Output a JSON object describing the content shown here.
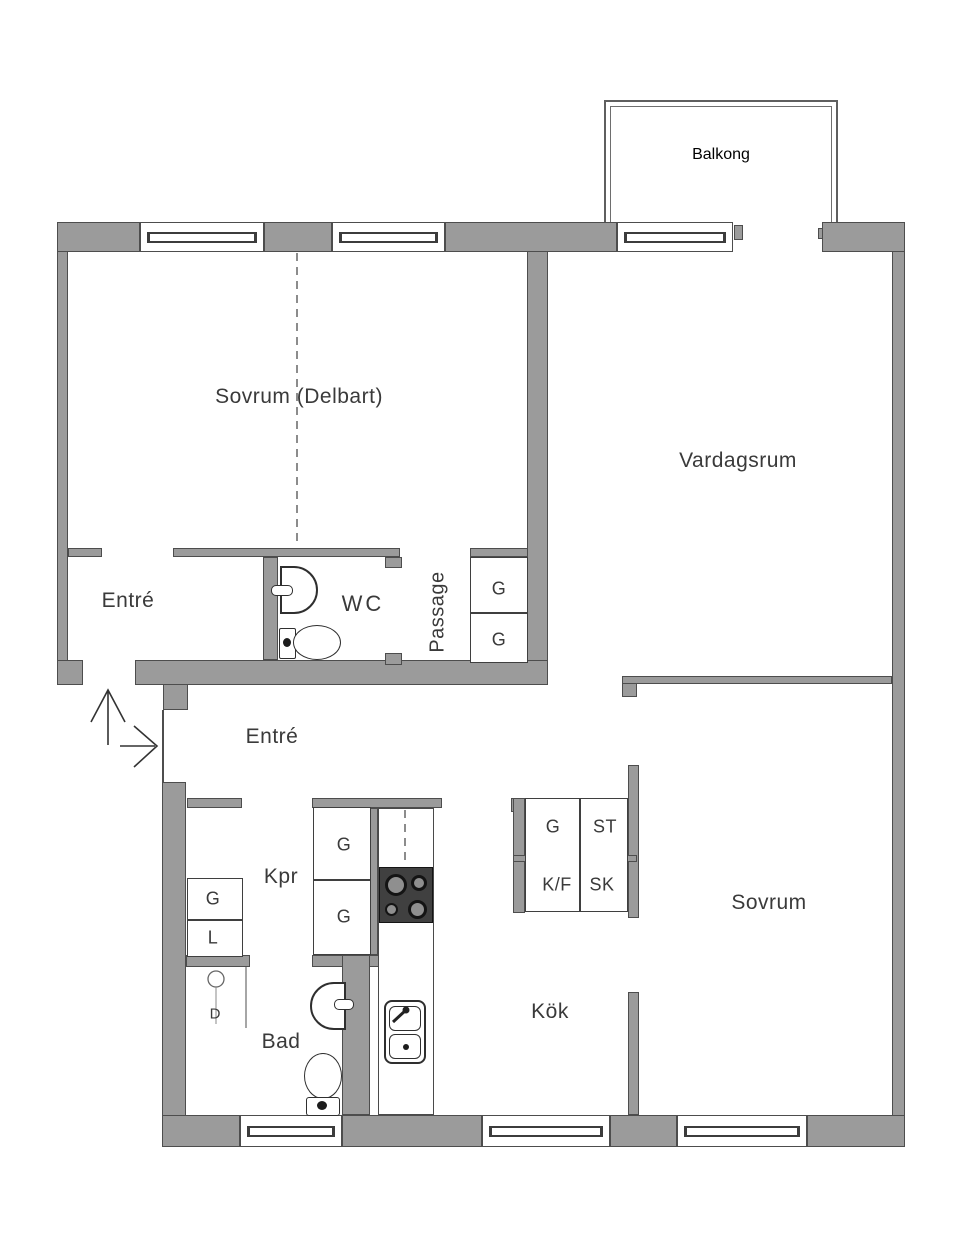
{
  "plan": {
    "type": "floor-plan",
    "balcony": {
      "label": "Balkong"
    },
    "rooms": {
      "sovrum_delbart": "Sovrum (Delbart)",
      "vardagsrum": "Vardagsrum",
      "entre_upper": "Entré",
      "wc": "WC",
      "passage": "Passage",
      "entre_lower": "Entré",
      "kpr": "Kpr",
      "bad": "Bad",
      "kok": "Kök",
      "sovrum": "Sovrum"
    },
    "closets": {
      "passage_top": "G",
      "passage_bottom": "G",
      "hall_top": "G",
      "hall_bottom": "L",
      "kitchen_top": "G",
      "kitchen_bottom": "G",
      "block_tl": "G",
      "block_tr": "ST",
      "block_bl": "K/F",
      "block_br": "SK"
    },
    "bath": {
      "shower_label": "D"
    },
    "colors": {
      "wall_fill": "#9b9b9b",
      "wall_outline": "#4d4d4d",
      "label_color": "#3a3a3a",
      "stove_fill": "#404040"
    }
  }
}
